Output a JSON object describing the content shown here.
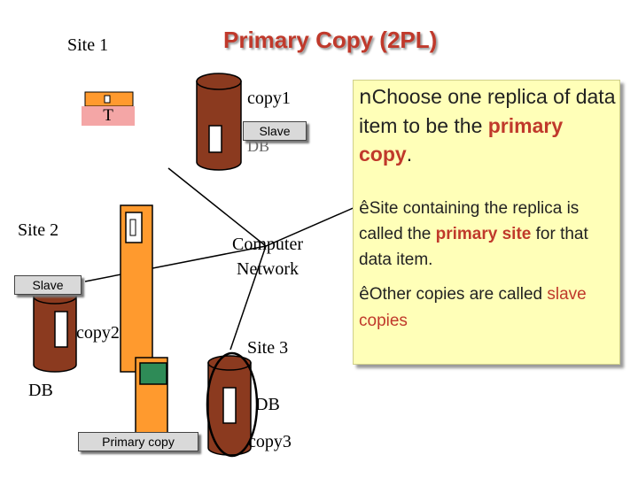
{
  "title": "Primary Copy (2PL)",
  "sites": {
    "site1": "Site 1",
    "site2": "Site 2",
    "site3": "Site 3"
  },
  "network_label": "Computer Network",
  "transaction_label": "T",
  "copies": {
    "copy1": "copy1",
    "copy2": "copy2",
    "copy3": "copy3"
  },
  "db_labels": {
    "site1": "DB",
    "site2": "DB",
    "site3": "DB"
  },
  "tags": {
    "slave_site1": "Slave",
    "slave_site2": "Slave",
    "primary_site3": "Primary copy"
  },
  "note": {
    "p1_bullet": "n",
    "p1_pre": "Choose one replica of data item to be the ",
    "p1_em": "primary copy",
    "p1_post": ".",
    "p2_bullet": "ê",
    "p2_pre": "Site containing the replica is called  the ",
    "p2_em": "primary site",
    "p2_post": " for that data item.",
    "p3_bullet": "ê",
    "p3_pre": "Other copies are called ",
    "p3_em": "slave copies"
  },
  "colors": {
    "title": "#c0392b",
    "cylinder": "#8b3a1f",
    "terminal": "#ff9a2e",
    "transaction_box": "#f4a6a6",
    "primary_highlight": "#2e8b57",
    "note_background": "#ffffb8"
  }
}
